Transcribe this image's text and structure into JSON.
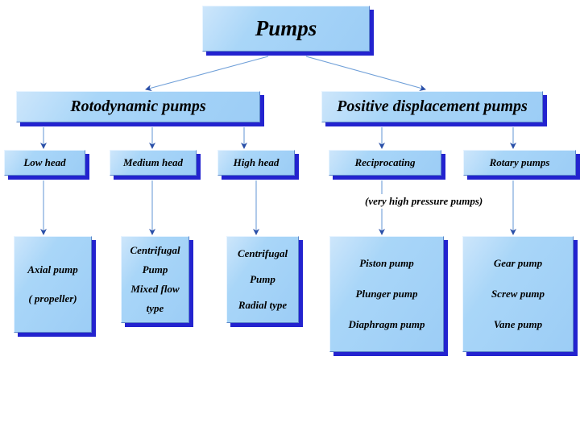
{
  "diagram": {
    "title_box": {
      "label": "Pumps"
    },
    "level2": [
      {
        "label": "Rotodynamic pumps"
      },
      {
        "label": "Positive displacement pumps"
      }
    ],
    "level3": [
      {
        "label": "Low head"
      },
      {
        "label": "Medium head"
      },
      {
        "label": "High head"
      },
      {
        "label": "Reciprocating"
      },
      {
        "label": "Rotary pumps"
      }
    ],
    "annotation": {
      "label": "(very high pressure pumps)"
    },
    "level4": [
      {
        "line1": "Axial pump",
        "line2": "( propeller)"
      },
      {
        "line1": "Centrifugal",
        "line2": "Pump",
        "line3": "Mixed flow",
        "line4": "type"
      },
      {
        "line1": "Centrifugal",
        "line2": "Pump",
        "line3": "Radial type"
      },
      {
        "line1": "Piston pump",
        "line2": "Plunger pump",
        "line3": "Diaphragm pump"
      },
      {
        "line1": "Gear pump",
        "line2": "Screw pump",
        "line3": "Vane pump"
      }
    ],
    "colors": {
      "box_fill": "#a9d6f8",
      "box_shadow": "#2323cf",
      "connector": "#6f9fd8",
      "text": "#000000",
      "background": "#ffffff"
    }
  }
}
